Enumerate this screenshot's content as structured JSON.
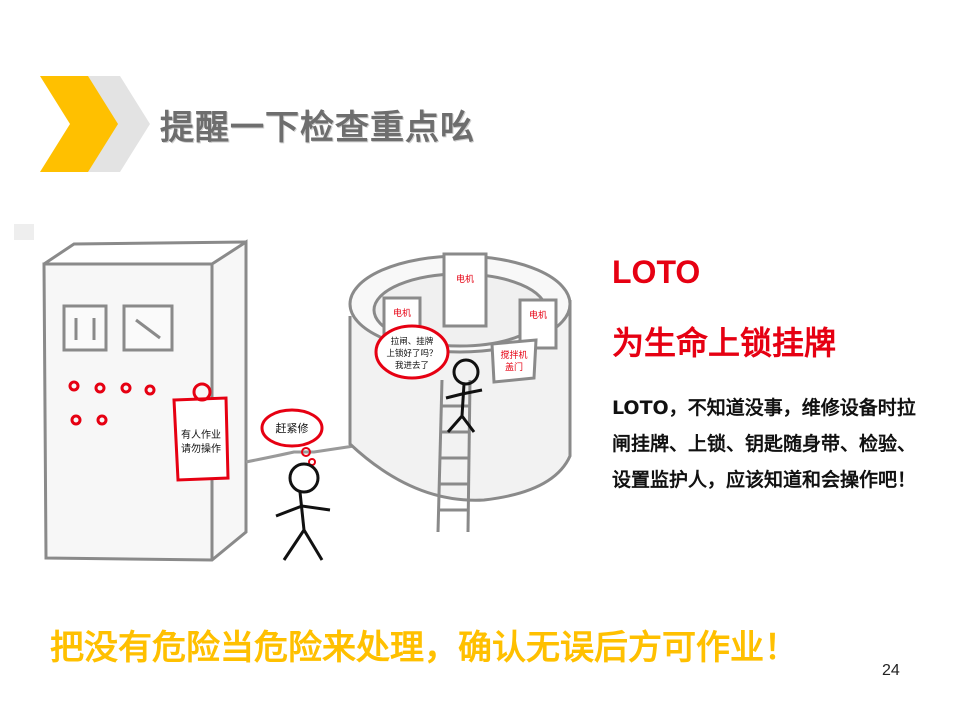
{
  "header": {
    "title": "提醒一下检查重点吆"
  },
  "illustration": {
    "tag_text_line1": "有人作业",
    "tag_text_line2": "请勿操作",
    "bubble_left": "赶紧修",
    "bubble_right_line1": "拉闸、挂牌",
    "bubble_right_line2": "上锁好了吗？",
    "bubble_right_line3": "我进去了",
    "motor_label_top": "电机",
    "motor_label_left": "电机",
    "motor_label_right": "电机",
    "mixer_door_line1": "搅拌机",
    "mixer_door_line2": "盖门"
  },
  "content": {
    "heading": "LOTO",
    "subheading": "为生命上锁挂牌",
    "description": "LOTO，不知道没事，维修设备时拉闸挂牌、上锁、钥匙随身带、检验、设置监护人，应该知道和会操作吧！"
  },
  "footer": {
    "slogan": "把没有危险当危险来处理，确认无误后方可作业！",
    "page_number": "24"
  },
  "colors": {
    "accent": "#ffc000",
    "warning": "#e60012",
    "title": "#6e6e6e"
  }
}
